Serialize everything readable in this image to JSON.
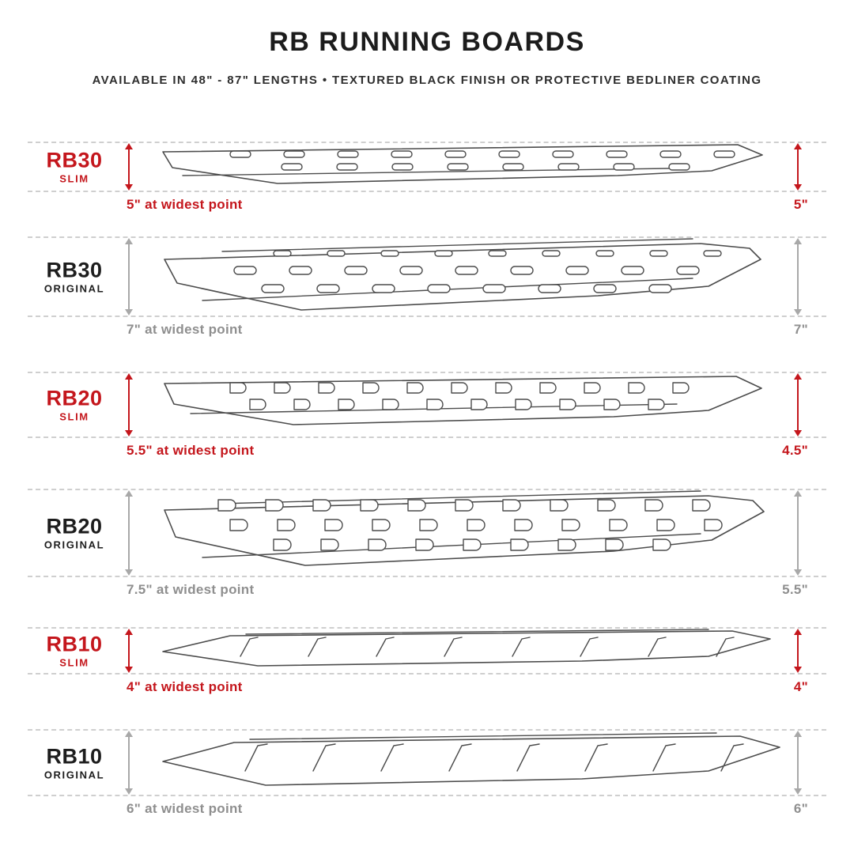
{
  "header": {
    "title": "RB RUNNING BOARDS",
    "subtitle": "AVAILABLE IN 48\" - 87\" LENGTHS  •  TEXTURED BLACK FINISH OR PROTECTIVE BEDLINER COATING"
  },
  "colors": {
    "slim_red": "#c4161c",
    "original_gray": "#8f8f8f",
    "ink": "#1c1c1c",
    "line_gray": "#4c4c4c",
    "dash_gray": "#cfcfcf"
  },
  "rows": [
    {
      "model": "RB30",
      "variant": "SLIM",
      "style": "slim",
      "left_measure": "5\" at widest point",
      "right_measure": "5\"",
      "board": "rb30-slim"
    },
    {
      "model": "RB30",
      "variant": "ORIGINAL",
      "style": "original",
      "left_measure": "7\" at widest point",
      "right_measure": "7\"",
      "board": "rb30-original"
    },
    {
      "model": "RB20",
      "variant": "SLIM",
      "style": "slim",
      "left_measure": "5.5\" at widest point",
      "right_measure": "4.5\"",
      "board": "rb20-slim"
    },
    {
      "model": "RB20",
      "variant": "ORIGINAL",
      "style": "original",
      "left_measure": "7.5\" at widest point",
      "right_measure": "5.5\"",
      "board": "rb20-original"
    },
    {
      "model": "RB10",
      "variant": "SLIM",
      "style": "slim",
      "left_measure": "4\" at widest point",
      "right_measure": "4\"",
      "board": "rb10-slim"
    },
    {
      "model": "RB10",
      "variant": "ORIGINAL",
      "style": "original",
      "left_measure": "6\" at widest point",
      "right_measure": "6\"",
      "board": "rb10-original"
    }
  ]
}
